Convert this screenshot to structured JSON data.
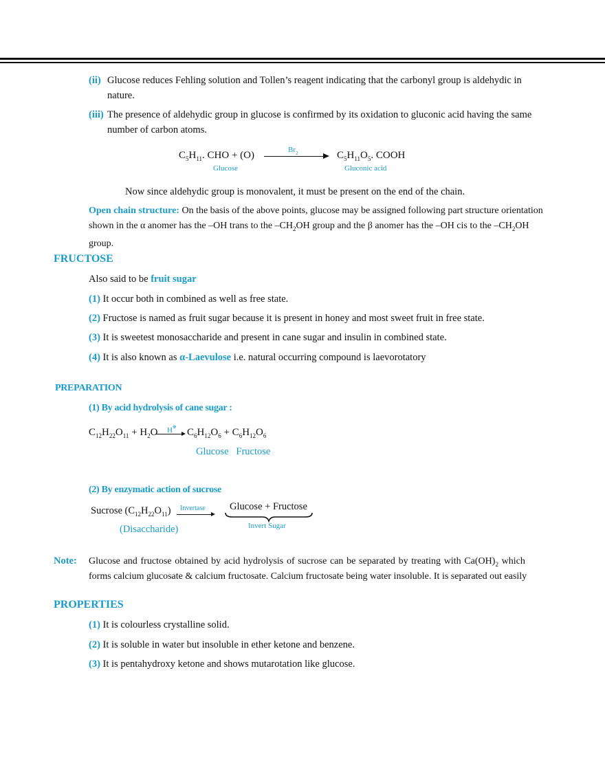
{
  "items": {
    "ii": {
      "num": "(ii)",
      "text1": "Glucose reduces Fehling solution and Tollen’s reagent indicating that the carbonyl group is aldehydic in",
      "text2": "nature."
    },
    "iii": {
      "num": "(iii)",
      "text1": "The presence of aldehydic group in glucose is confirmed by its oxidation to gluconic acid having the same",
      "text2": "number of carbon atoms."
    }
  },
  "eq1": {
    "left_a": "C",
    "left_s1": "5",
    "left_b": "H",
    "left_s2": "11",
    "left_c": ". CHO + (O)",
    "reagent_a": "Br",
    "reagent_s": "2",
    "right_a": "C",
    "right_s1": "5",
    "right_b": "H",
    "right_s2": "11",
    "right_c": "O",
    "right_s3": "5",
    "right_d": ". COOH",
    "label_left": "Glucose",
    "label_right": "Gluconic acid"
  },
  "monovalent_text": "Now since aldehydic group is monovalent, it must be present on the end of the chain.",
  "open_chain": {
    "label": "Open chain structure:",
    "line1": " On the basis of the above points, glucose may be assigned following part structure orientation",
    "line2_a": "shown in the α anomer has the –OH trans to the –CH",
    "line2_s1": "2",
    "line2_b": "OH group and the β anomer has the –OH cis to the –CH",
    "line2_s2": "2",
    "line2_c": "OH",
    "line3": "group."
  },
  "fructose": {
    "heading": "FRUCTOSE",
    "intro": "Also said to be ",
    "intro_bold": "fruit sugar",
    "points": [
      {
        "num": "(1)",
        "text": " It occur both in combined as well as free state."
      },
      {
        "num": "(2)",
        "text": " Fructose is named as fruit sugar because it is present in honey and most sweet fruit in free state."
      },
      {
        "num": "(3)",
        "text": " It is sweetest monosaccharide and present in cane sugar and insulin in combined state."
      }
    ],
    "point4_num": "(4)",
    "point4_a": " It is also known as ",
    "point4_b": "α-Laevulose",
    "point4_c": " i.e. natural occurring compound is laevorotatory"
  },
  "preparation": {
    "heading": "PREPARATION",
    "step1": "(1) By acid hydrolysis of cane sugar :",
    "eq2": {
      "c": "C",
      "s1": "12",
      "h": "H",
      "s2": "22",
      "o": "O",
      "s3": "11",
      "plus_h": " + H",
      "s4": "2",
      "o2": "O",
      "reagent": "H",
      "reagent_sup": "⊕",
      "p1": "C",
      "p1s1": "6",
      "p1h": "H",
      "p1s2": "12",
      "p1o": "O",
      "p1s3": "6",
      "plus": " + ",
      "p2": "C",
      "p2s1": "6",
      "p2h": "H",
      "p2s2": "12",
      "p2o": "O",
      "p2s3": "6",
      "products_label": "Glucose   Fructose"
    },
    "step2": "(2) By enzymatic action of sucrose",
    "eq3": {
      "a": "Sucrose (C",
      "s1": "12",
      "b": "H",
      "s2": "22",
      "c": "O",
      "s3": "11",
      "d": ")",
      "reagent": "Invertase",
      "products": "Glucose + Fructose",
      "under_left": "(Disaccharide)",
      "under_right": "Invert Sugar"
    }
  },
  "note": {
    "label": "Note:",
    "line1_a": "Glucose and fructose obtained by acid hydrolysis of sucrose can be separated by treating with Ca(OH)",
    "line1_s": "2",
    "line1_b": " which",
    "line2": "forms calcium glucosate & calcium fructosate. Calcium fructosate being water insoluble. It is separated out easily"
  },
  "properties": {
    "heading": "PROPERTIES",
    "points": [
      {
        "num": "(1)",
        "text": " It is colourless crystalline solid."
      },
      {
        "num": "(2)",
        "text": " It is soluble in water but insoluble in ether ketone and benzene."
      },
      {
        "num": "(3)",
        "text": " It is pentahydroxy ketone and shows mutarotation like glucose."
      }
    ]
  }
}
